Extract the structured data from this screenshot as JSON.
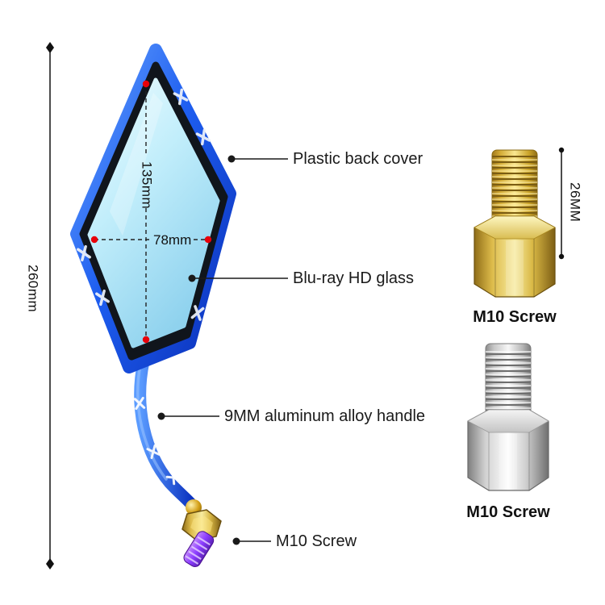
{
  "dimensions": {
    "total_height": "260mm",
    "mirror_height": "135mm",
    "mirror_width": "78mm",
    "screw_length": "26MM"
  },
  "callouts": {
    "back_cover": "Plastic back cover",
    "glass": "Blu-ray HD glass",
    "handle": "9MM aluminum alloy handle",
    "screw": "M10 Screw"
  },
  "screws": {
    "gold": {
      "label": "M10 Screw"
    },
    "silver": {
      "label": "M10 Screw"
    }
  },
  "colors": {
    "frame_blue": "#1e5ef0",
    "glass_cyan": "#c2eefb",
    "marker_red": "#e8000a",
    "annotation_black": "#1a1a1a",
    "gold": "#d9b845",
    "silver": "#cfcfcf",
    "screw_purple": "#8b3dff"
  }
}
